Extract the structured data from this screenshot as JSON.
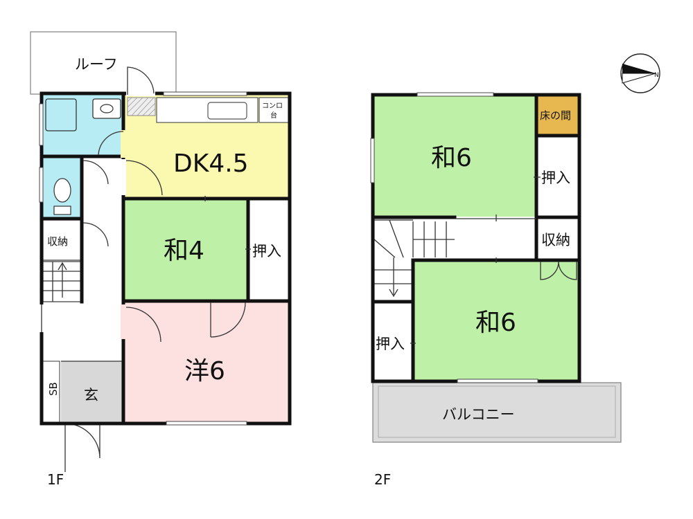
{
  "floors": [
    {
      "id": "1F",
      "label": "1F"
    },
    {
      "id": "2F",
      "label": "2F"
    }
  ],
  "rooms_1f": {
    "roof": "ルーフ",
    "dk": "DK4.5",
    "stove": "コンロ\n台",
    "washitsu": "和4",
    "oshiire": "押入",
    "yoshitsu": "洋6",
    "storage": "収納",
    "genkan": "玄",
    "shoebox": "SB"
  },
  "rooms_2f": {
    "washitsu_n": "和6",
    "tokonoma": "床の間",
    "oshiire_n": "押入",
    "storage": "収納",
    "washitsu_s": "和6",
    "oshiire_s": "押入",
    "balcony": "バルコニー"
  },
  "compass": {
    "label": "N"
  },
  "colors": {
    "dk": "#fbf8b0",
    "washitsu": "#bff0a8",
    "yoshitsu": "#fde0e0",
    "water": "#b8ecf4",
    "genkan": "#d8d8d8",
    "tokonoma": "#e8b850",
    "balcony": "#dcdcdc"
  }
}
